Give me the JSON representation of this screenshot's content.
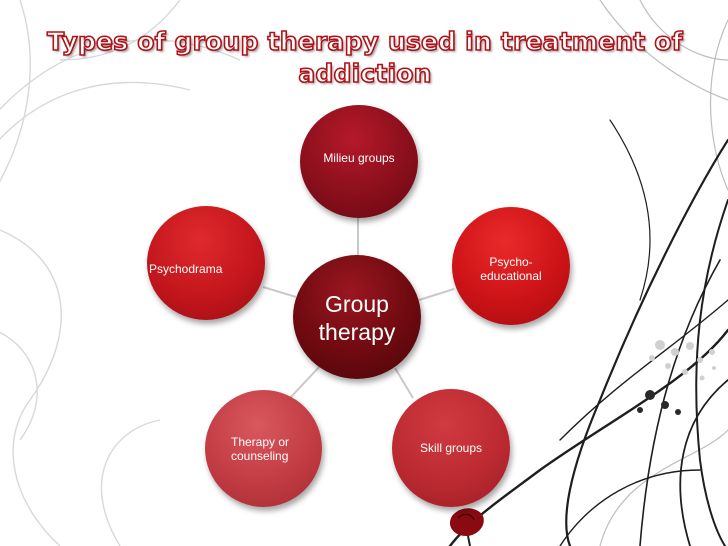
{
  "slide": {
    "title_line1": "Types of group therapy used in treatment of",
    "title_line2": "addiction"
  },
  "diagram": {
    "center": "Group therapy",
    "nodes": {
      "top": "Milieu groups",
      "left": "Psychodrama",
      "right": "Psycho-educational",
      "bottom_left": "Therapy or counseling",
      "bottom_right": "Skill groups"
    }
  },
  "colors": {
    "title_outline": "#b01218",
    "center": "#6e0a10",
    "top": "#8a0f1c",
    "left": "#c3161c",
    "right": "#cc1317",
    "bottom_left": "#c23c43",
    "bottom_right": "#bc2a31",
    "connector": "#c9c9c9"
  }
}
